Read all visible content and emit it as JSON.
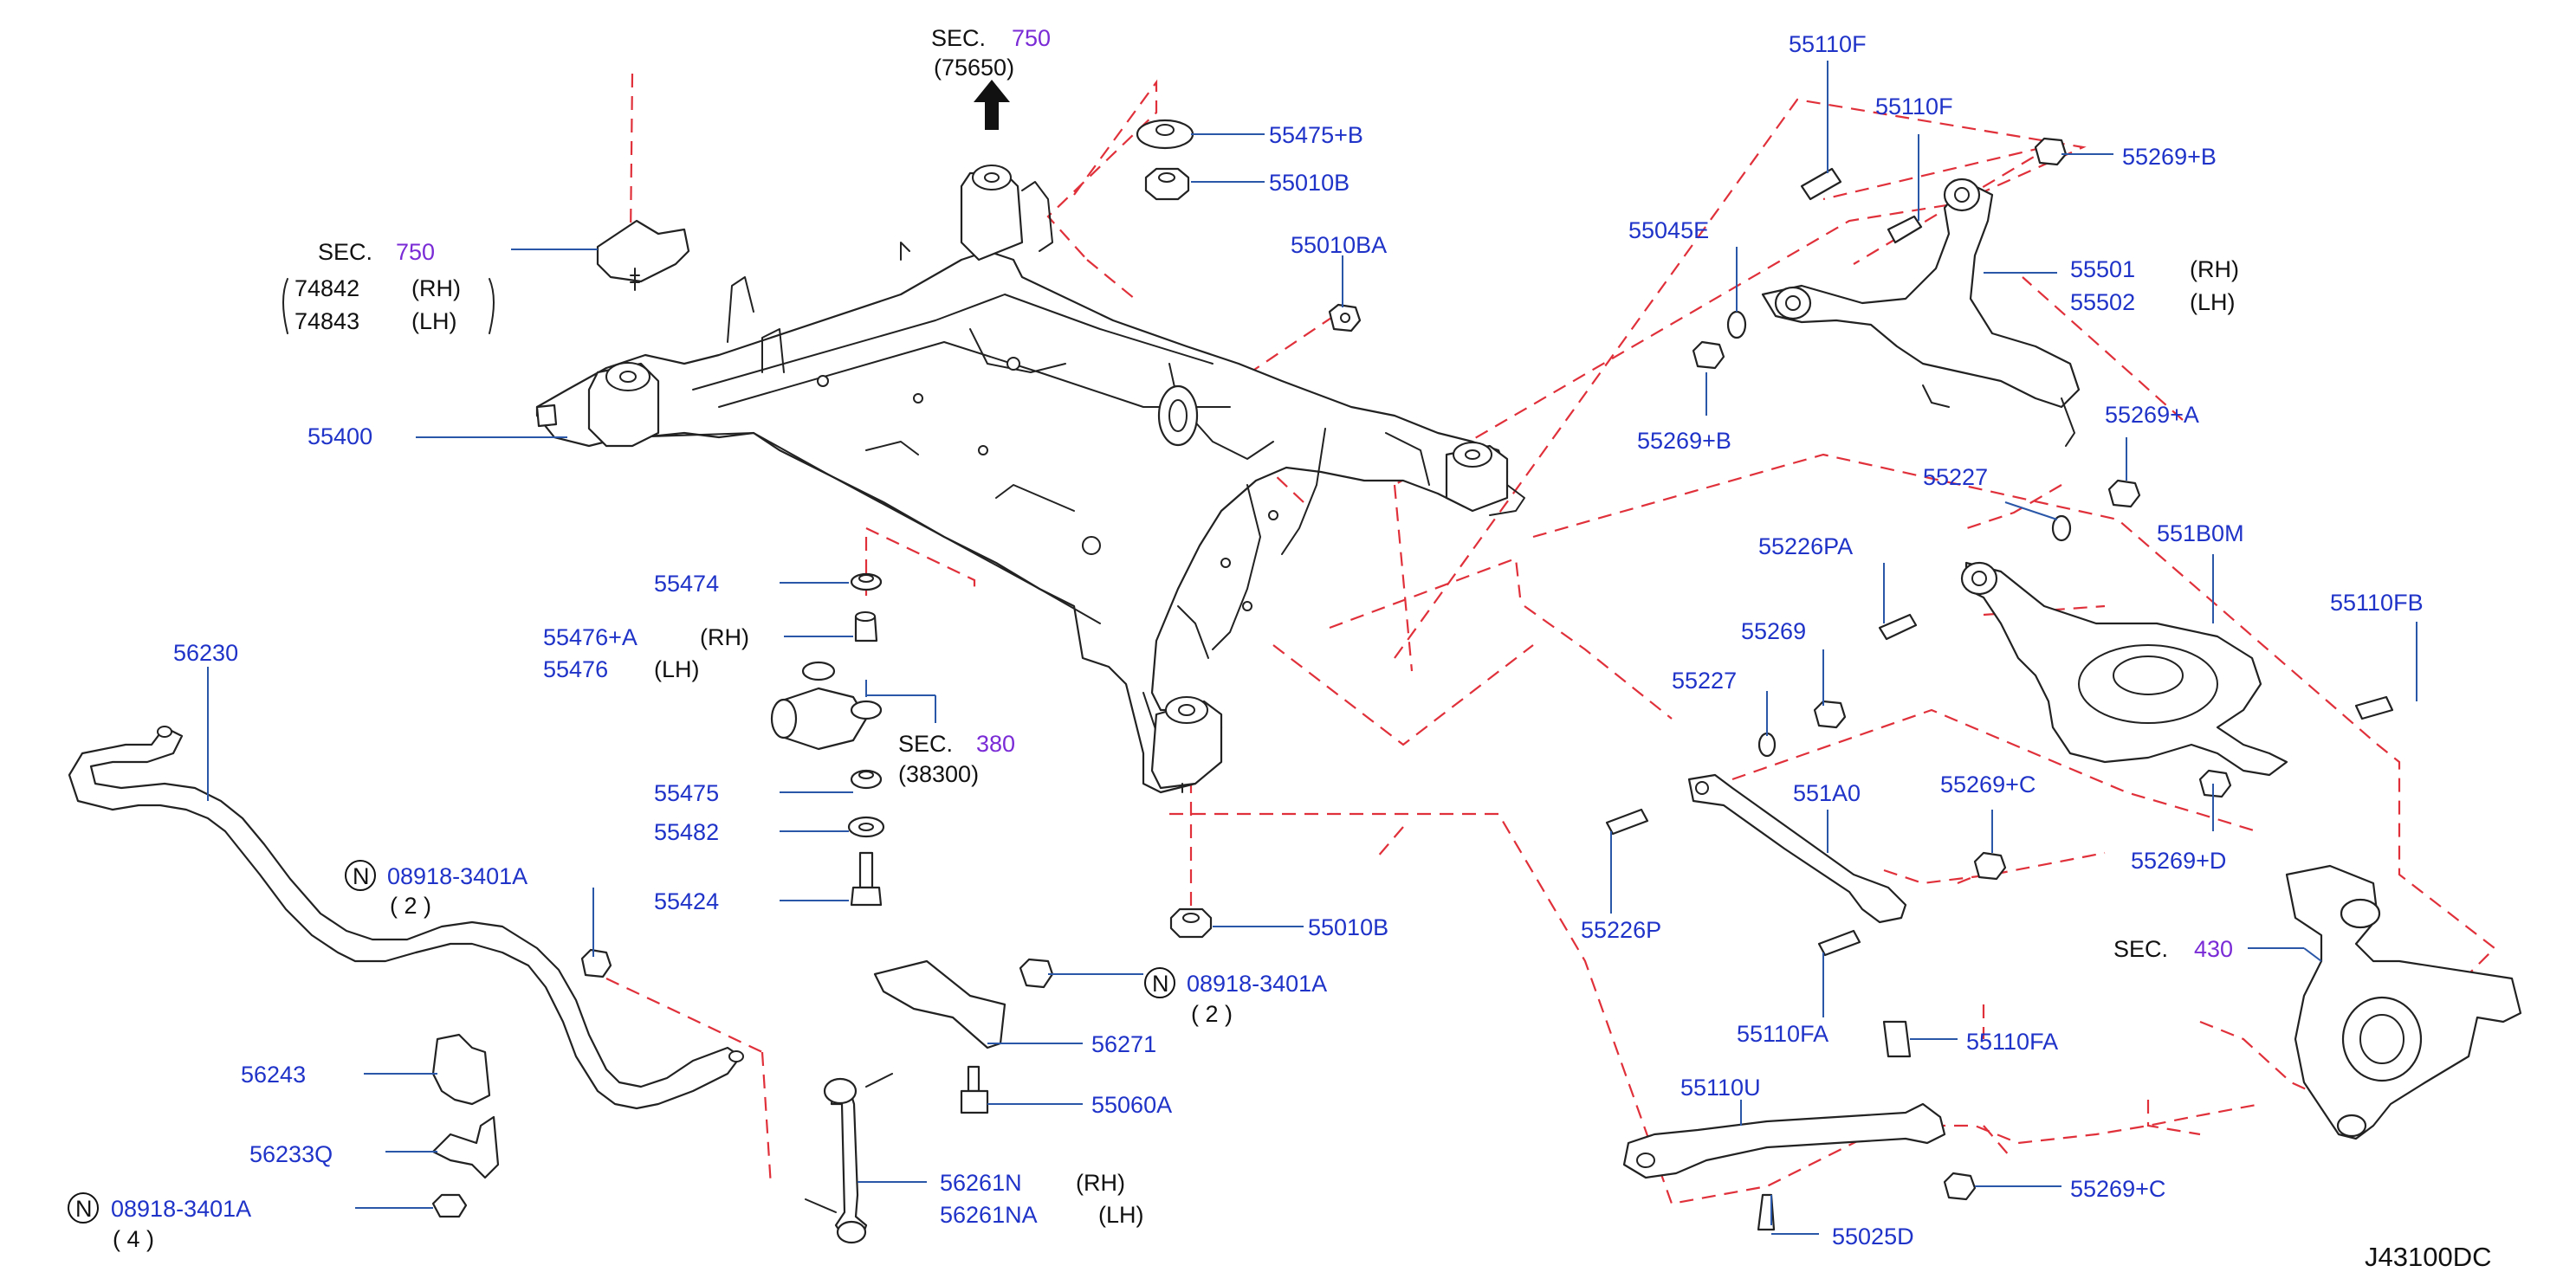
{
  "diagram_id": "J43100DC",
  "colors": {
    "part_number": "#1f33c8",
    "section_number": "#7a2bd6",
    "connector_dash": "#e0303a",
    "leader": "#2a57a8",
    "text": "#111111"
  },
  "sections": {
    "s750_top": {
      "label": "SEC.",
      "num": "750",
      "sub": "(75650)"
    },
    "s750_left": {
      "label": "SEC.",
      "num": "750",
      "rh_part": "74842",
      "rh_side": "(RH)",
      "lh_part": "74843",
      "lh_side": "(LH)"
    },
    "s380": {
      "label": "SEC.",
      "num": "380",
      "sub": "(38300)"
    },
    "s430": {
      "label": "SEC.",
      "num": "430"
    }
  },
  "parts": {
    "p55475b": "55475+B",
    "p55010b_top": "55010B",
    "p55010ba": "55010BA",
    "p55400": "55400",
    "p55474": "55474",
    "p55476a": "55476+A",
    "p55476a_side": "(RH)",
    "p55476_lh": "55476",
    "p55476_lh_side": "(LH)",
    "p55475": "55475",
    "p55482": "55482",
    "p55424": "55424",
    "p55010b_bot": "55010B",
    "p08918_mid": "08918-3401A",
    "p08918_mid_qty": "( 2 )",
    "p56271": "56271",
    "p55060a": "55060A",
    "p56261n": "56261N",
    "p56261n_side": "(RH)",
    "p56261na": "56261NA",
    "p56261na_side": "(LH)",
    "p56230": "56230",
    "p08918_left": "08918-3401A",
    "p08918_left_qty": "( 2 )",
    "p56243": "56243",
    "p56233q": "56233Q",
    "p08918_bot": "08918-3401A",
    "p08918_bot_qty": "( 4 )",
    "p55110f_a": "55110F",
    "p55110f_b": "55110F",
    "p55269b_top": "55269+B",
    "p55045e": "55045E",
    "p55501": "55501",
    "p55501_side": "(RH)",
    "p55502": "55502",
    "p55502_side": "(LH)",
    "p55269b_low": "55269+B",
    "p55269a": "55269+A",
    "p55227_top": "55227",
    "p55226pa": "55226PA",
    "p551b0m": "551B0M",
    "p55269_mid": "55269",
    "p55227_mid": "55227",
    "p55110fb": "55110FB",
    "p551a0": "551A0",
    "p55269c_top": "55269+C",
    "p55269d": "55269+D",
    "p55226p": "55226P",
    "p55110fa_a": "55110FA",
    "p55110fa_b": "55110FA",
    "p55110u": "55110U",
    "p55269c_bot": "55269+C",
    "p55025d": "55025D"
  },
  "notes": {
    "n_symbol": "N"
  }
}
